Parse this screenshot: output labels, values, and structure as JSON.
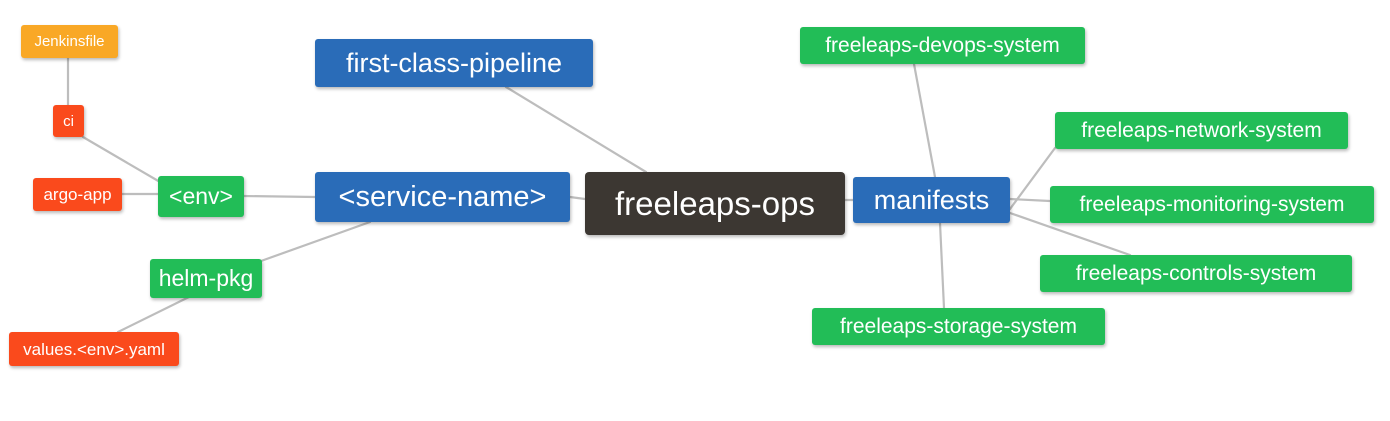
{
  "diagram": {
    "type": "mindmap",
    "title": "freeleaps-ops",
    "background_color": "#ffffff",
    "edge_color": "#bdbdbd",
    "palette": {
      "root": "#3c3732",
      "blue": "#2a6cb8",
      "green": "#22bd57",
      "red": "#fa4a1c",
      "orange": "#f9a826",
      "text": "#ffffff"
    }
  },
  "nodes": {
    "root": {
      "label": "freeleaps-ops",
      "color": "#3c3732"
    },
    "first_class_pipeline": {
      "label": "first-class-pipeline",
      "color": "#2a6cb8"
    },
    "service_name": {
      "label": "<service-name>",
      "color": "#2a6cb8"
    },
    "manifests": {
      "label": "manifests",
      "color": "#2a6cb8"
    },
    "env": {
      "label": "<env>",
      "color": "#22bd57"
    },
    "helm_pkg": {
      "label": "helm-pkg",
      "color": "#22bd57"
    },
    "ci": {
      "label": "ci",
      "color": "#fa4a1c"
    },
    "argo_app": {
      "label": "argo-app",
      "color": "#fa4a1c"
    },
    "values_yaml": {
      "label": "values.<env>.yaml",
      "color": "#fa4a1c"
    },
    "jenkinsfile": {
      "label": "Jenkinsfile",
      "color": "#f9a826"
    },
    "devops_system": {
      "label": "freeleaps-devops-system",
      "color": "#22bd57"
    },
    "network_system": {
      "label": "freeleaps-network-system",
      "color": "#22bd57"
    },
    "monitoring_system": {
      "label": "freeleaps-monitoring-system",
      "color": "#22bd57"
    },
    "controls_system": {
      "label": "freeleaps-controls-system",
      "color": "#22bd57"
    },
    "storage_system": {
      "label": "freeleaps-storage-system",
      "color": "#22bd57"
    }
  },
  "edges": [
    {
      "from": "root",
      "to": "first_class_pipeline"
    },
    {
      "from": "root",
      "to": "service_name"
    },
    {
      "from": "root",
      "to": "manifests"
    },
    {
      "from": "service_name",
      "to": "env"
    },
    {
      "from": "service_name",
      "to": "helm_pkg"
    },
    {
      "from": "env",
      "to": "ci"
    },
    {
      "from": "env",
      "to": "argo_app"
    },
    {
      "from": "ci",
      "to": "jenkinsfile"
    },
    {
      "from": "helm_pkg",
      "to": "values_yaml"
    },
    {
      "from": "manifests",
      "to": "devops_system"
    },
    {
      "from": "manifests",
      "to": "network_system"
    },
    {
      "from": "manifests",
      "to": "monitoring_system"
    },
    {
      "from": "manifests",
      "to": "controls_system"
    },
    {
      "from": "manifests",
      "to": "storage_system"
    }
  ]
}
